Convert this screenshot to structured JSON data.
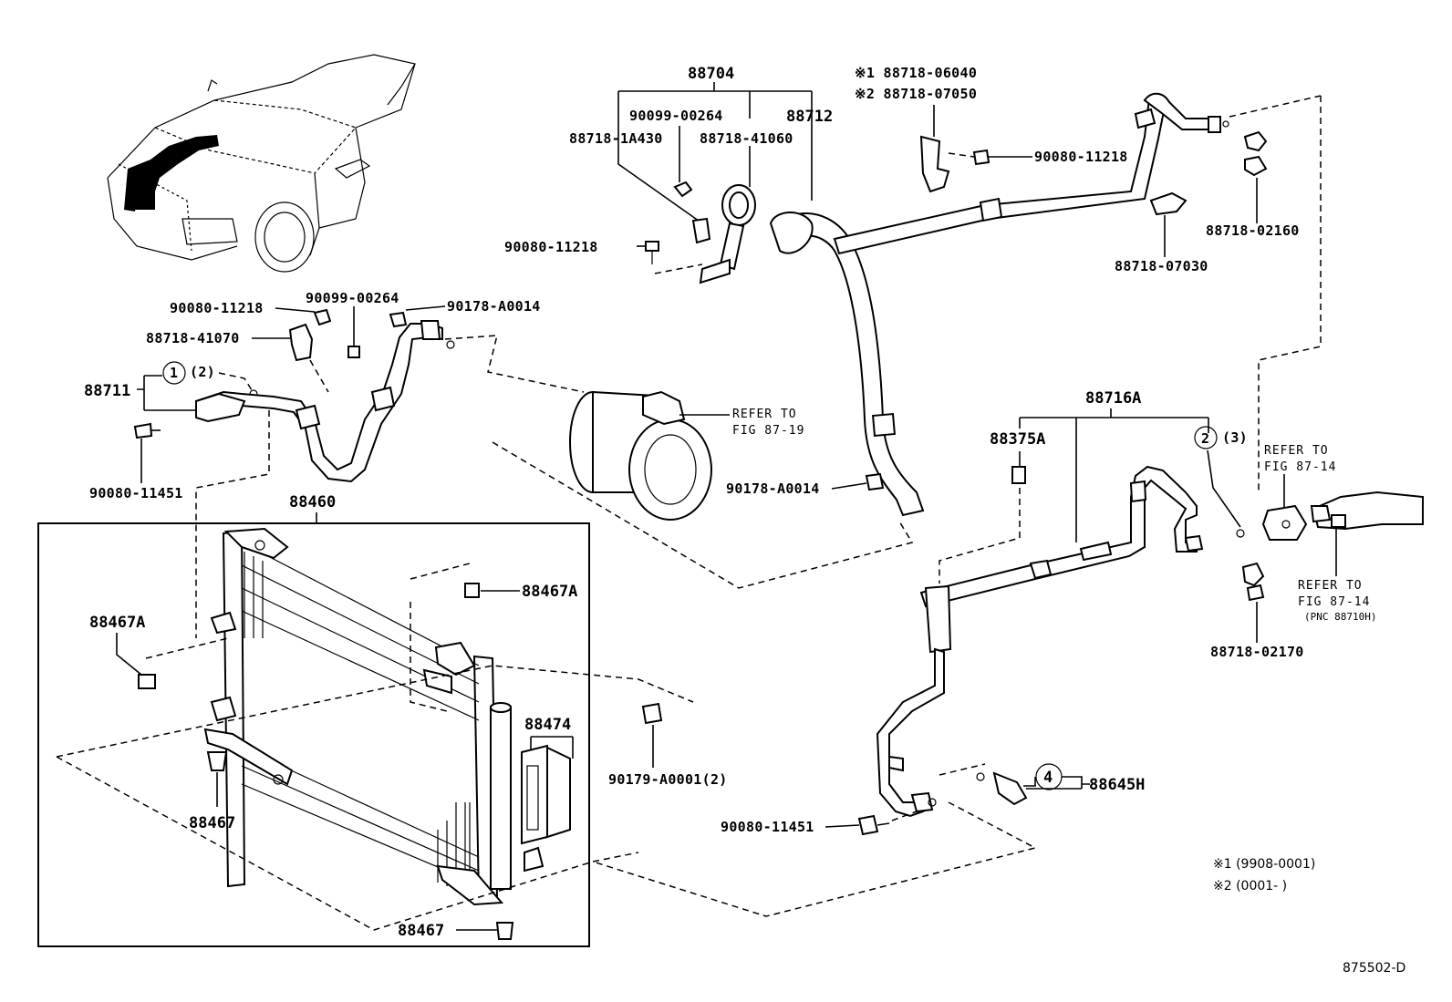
{
  "diagram_id": "875502-D",
  "callouts": {
    "c88704": "88704",
    "c90099_00264_top": "90099-00264",
    "c88712": "88712",
    "c88718_1A430": "88718-1A430",
    "c88718_41060": "88718-41060",
    "c90080_11218_mid": "90080-11218",
    "note1_code": "※1 88718-06040",
    "note2_code": "※2 88718-07050",
    "c90080_11218_right": "90080-11218",
    "c88718_02160": "88718-02160",
    "c88718_07030": "88718-07030",
    "c90080_11218_left": "90080-11218",
    "c90099_00264_left": "90099-00264",
    "c90178_A0014_top": "90178-A0014",
    "c88718_41070": "88718-41070",
    "c88711": "88711",
    "circle1": "1",
    "circle1_qty": "(2)",
    "c90080_11451_left": "90080-11451",
    "refer_fig_87_19_line1": "REFER TO",
    "refer_fig_87_19_line2": "FIG 87-19",
    "c90178_A0014_mid": "90178-A0014",
    "c88460": "88460",
    "c88467A_right": "88467A",
    "c88467A_left": "88467A",
    "c88474": "88474",
    "c90179_A0001": "90179-A0001(2)",
    "c88467_mid": "88467",
    "c88467_bottom": "88467",
    "c88716A": "88716A",
    "c88375A": "88375A",
    "circle2": "2",
    "circle2_qty": "(3)",
    "refer_fig_87_14a_line1": "REFER TO",
    "refer_fig_87_14a_line2": "FIG 87-14",
    "refer_fig_87_14b_line1": "REFER TO",
    "refer_fig_87_14b_line2": "FIG 87-14",
    "refer_fig_87_14b_line3": "(PNC 88710H)",
    "c88718_02170": "88718-02170",
    "circle4": "4",
    "c88645H": "88645H",
    "c90080_11451_bottom": "90080-11451",
    "footnote1": "※1 (9908-0001)",
    "footnote2": "※2 (0001-        )"
  }
}
